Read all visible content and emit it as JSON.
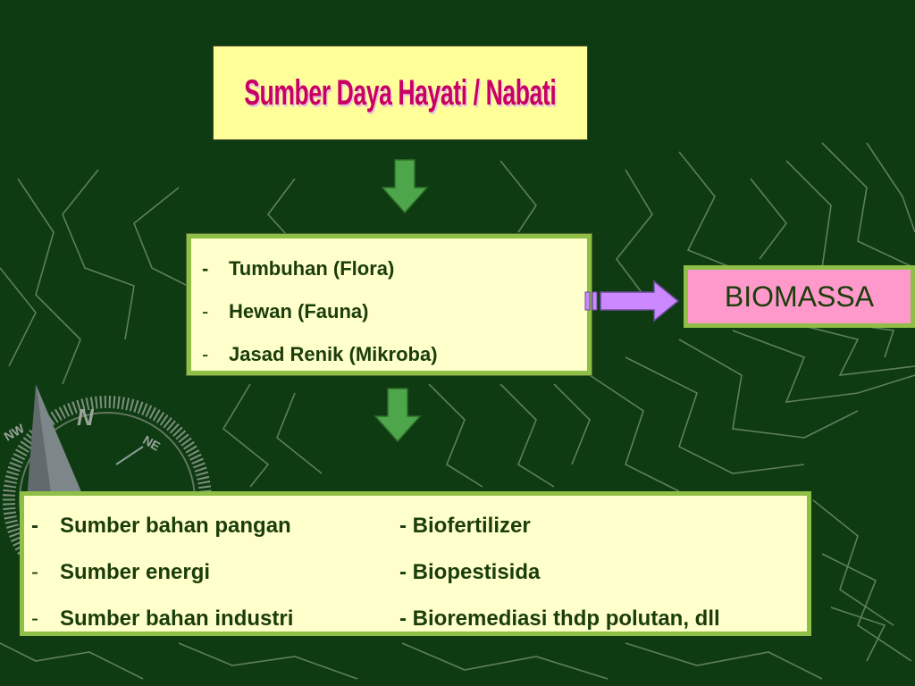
{
  "title": "Sumber Daya Hayati / Nabati",
  "organisms": [
    {
      "dash": "-",
      "label": "Tumbuhan (Flora)"
    },
    {
      "dash": "-",
      "label": "Hewan (Fauna)"
    },
    {
      "dash": "-",
      "label": "Jasad Renik (Mikroba)"
    }
  ],
  "biomassa": "BIOMASSA",
  "uses": [
    {
      "dash": "-",
      "left": "Sumber bahan pangan",
      "right": "- Biofertilizer"
    },
    {
      "dash": "-",
      "left": "Sumber energi",
      "right": "- Biopestisida"
    },
    {
      "dash": "-",
      "left": "Sumber bahan industri",
      "right": "- Bioremediasi thdp polutan, dll"
    }
  ],
  "compass": {
    "n": "N",
    "nw": "NW",
    "ne": "NE"
  },
  "colors": {
    "background": "#0e3b12",
    "title_fill": "#ffff99",
    "title_text": "#c80064",
    "box_fill": "#ffffcc",
    "box_border": "#8fbf46",
    "biomassa_fill": "#ff99cc",
    "down_arrow": "#4ea64a",
    "right_arrow": "#cc88ff"
  }
}
